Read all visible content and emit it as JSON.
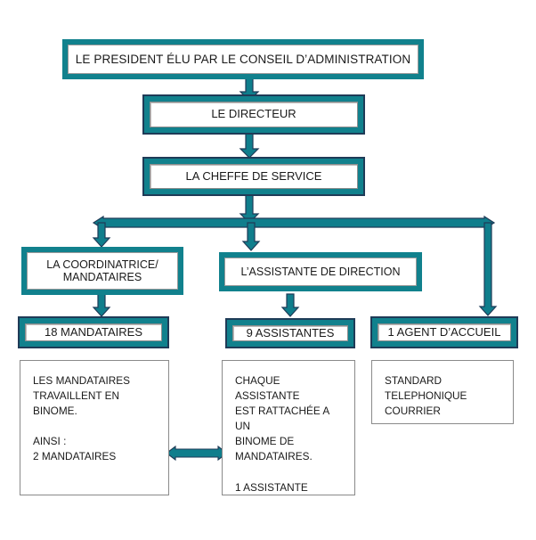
{
  "diagram": {
    "title_text": "LE PRESIDENT ÉLU PAR LE CONSEIL D’ADMINISTRATION",
    "colors": {
      "teal": "#11818D",
      "arrow_fill": "#0F7E8C",
      "arrow_stroke": "#1F3B57",
      "note_border": "#8A8A8A",
      "text": "#1A1A1A"
    },
    "nodes": {
      "president": "LE PRESIDENT ÉLU PAR LE CONSEIL D’ADMINISTRATION",
      "directeur": "LE DIRECTEUR",
      "cheffe": "LA CHEFFE DE SERVICE",
      "coordinatrice": "LA COORDINATRICE/\nMANDATAIRES",
      "assistante_direction": "L’ASSISTANTE DE DIRECTION",
      "mandataires_count": "18 MANDATAIRES",
      "assistantes_count": "9 ASSISTANTES",
      "agent_accueil_count": "1 AGENT D’ACCUEIL"
    },
    "notes": {
      "mandataires_note": "LES MANDATAIRES\nTRAVAILLENT EN\nBINOME.\n\nAINSI :\n2 MANDATAIRES",
      "assistantes_note": "CHAQUE ASSISTANTE\nEST RATTACHÉE A UN\nBINOME DE\nMANDATAIRES.\n\n1 ASSISTANTE",
      "accueil_note": "STANDARD\nTELEPHONIQUE\nCOURRIER"
    }
  }
}
